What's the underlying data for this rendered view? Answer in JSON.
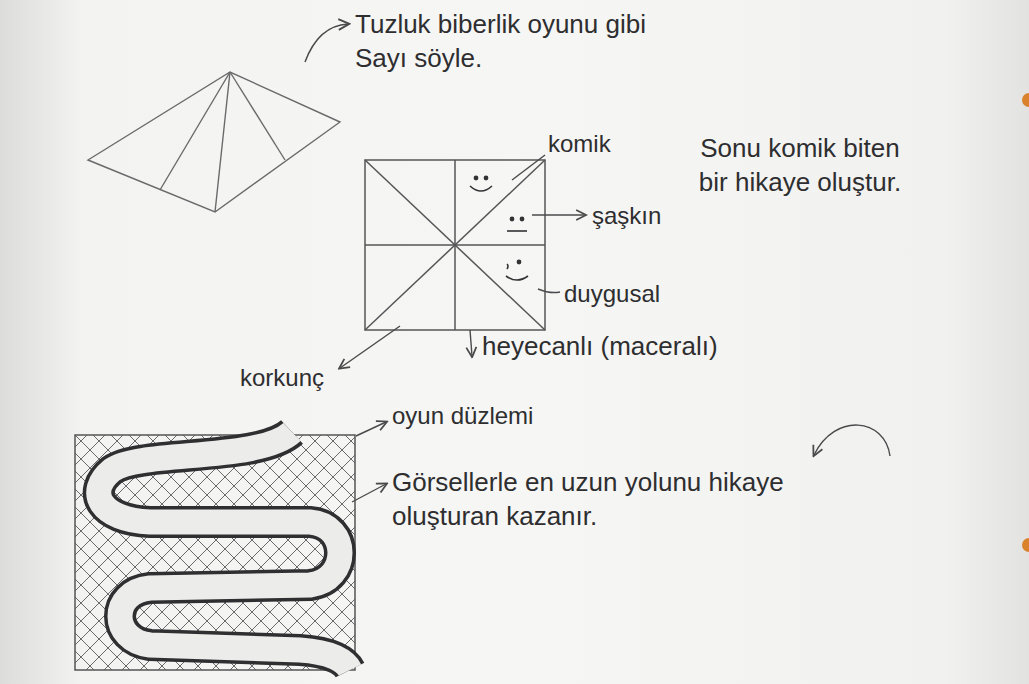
{
  "diagram": {
    "labels": [
      "Tuzluk biberlik oyunu gibi Sayı söyle.",
      "komik",
      "şaşkın",
      "duygusal",
      "heyecanlı (maceralı)",
      "korkunç",
      "Sonu komik biten bir hikaye oluştur.",
      "oyun düzlemi",
      "Görsellerle en uzun yolunu hikaye oluşturan kazanır."
    ]
  }
}
